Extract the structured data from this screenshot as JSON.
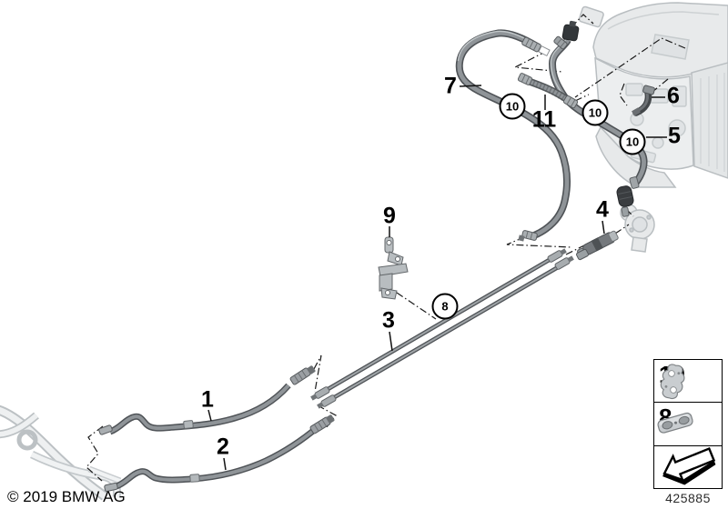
{
  "callouts": {
    "c1": "1",
    "c2": "2",
    "c3": "3",
    "c4": "4",
    "c5": "5",
    "c6": "6",
    "c7": "7",
    "c9": "9",
    "c11": "11",
    "c8_circled": "8",
    "c10_circled": "10"
  },
  "legend": {
    "rows": [
      {
        "label": "10",
        "icon": "pipe-clamp-double-icon"
      },
      {
        "label": "8",
        "icon": "pipe-clamp-flat-icon"
      },
      {
        "label": "",
        "icon": "direction-of-travel-arrow-icon"
      }
    ],
    "drawing_number": "425885"
  },
  "footer": {
    "copyright": "© 2019 BMW AG"
  }
}
